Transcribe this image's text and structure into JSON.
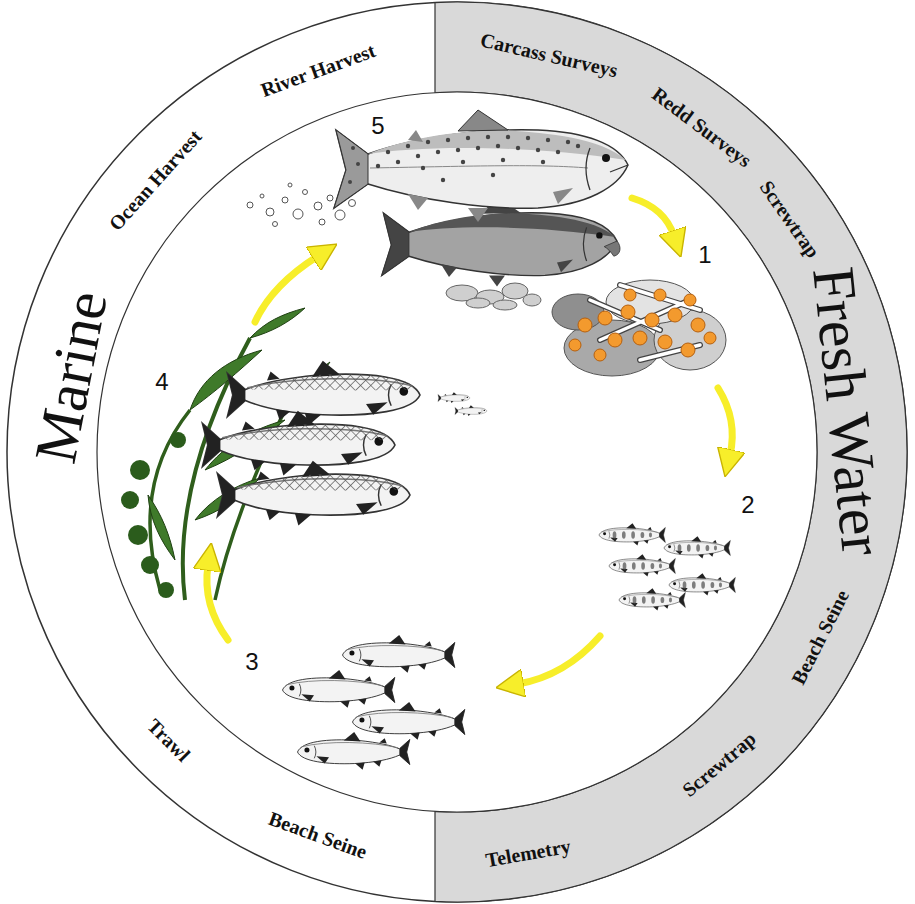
{
  "diagram": {
    "labels": [
      "Marine",
      "Fresh Water",
      "River Harvest",
      "Carcass Surveys",
      "Redd Surveys",
      "Screwtrap",
      "Beach Seine",
      "Screwtrap",
      "Telemetry",
      "Beach Seine",
      "Trawl",
      "Ocean Harvest",
      "1",
      "2",
      "3",
      "4",
      "5"
    ]
  }
}
